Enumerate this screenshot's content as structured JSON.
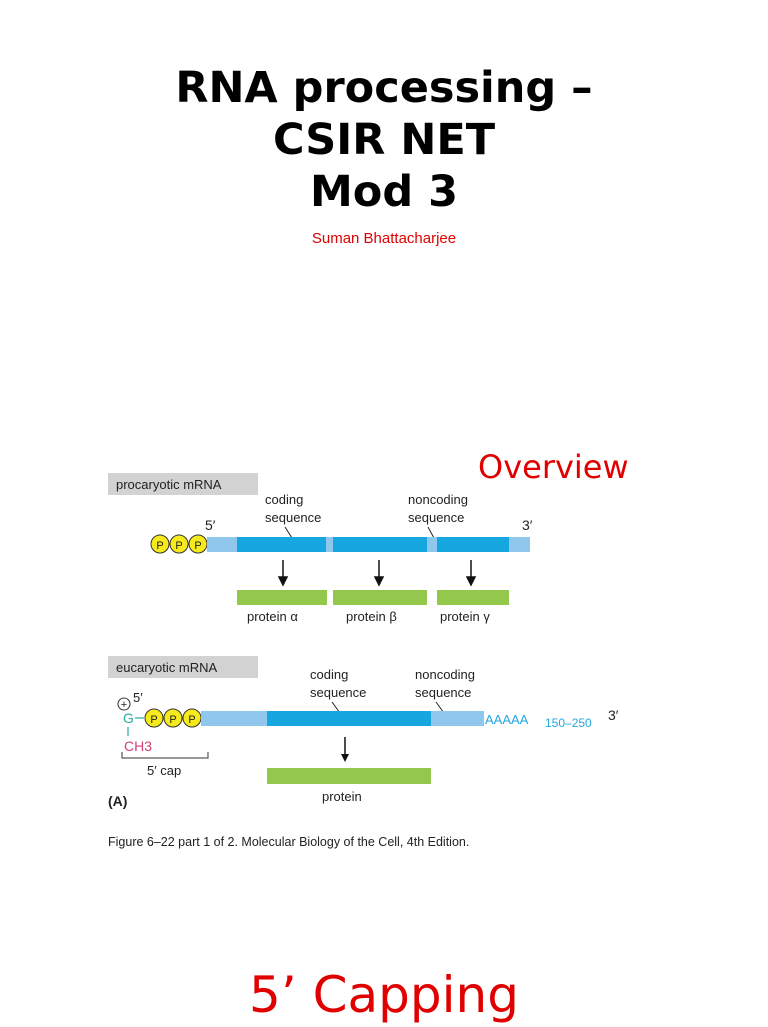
{
  "slide1": {
    "title_lines": [
      "RNA processing –",
      "CSIR NET",
      "Mod 3"
    ],
    "author": "Suman Bhattacharjee"
  },
  "slide2": {
    "heading": "Overview",
    "figure": {
      "procaryotic": {
        "label": "procaryotic mRNA",
        "five_prime": "5′",
        "three_prime": "3′",
        "coding_label": [
          "coding",
          "sequence"
        ],
        "noncoding_label": [
          "noncoding",
          "sequence"
        ],
        "phosphates": [
          "P",
          "P",
          "P"
        ],
        "proteins": [
          "protein α",
          "protein β",
          "protein γ"
        ]
      },
      "eucaryotic": {
        "label": "eucaryotic mRNA",
        "five_prime": "5′",
        "three_prime": "3′",
        "coding_label": [
          "coding",
          "sequence"
        ],
        "noncoding_label": [
          "noncoding",
          "sequence"
        ],
        "phosphates": [
          "P",
          "P",
          "P"
        ],
        "cap_g": "G",
        "cap_ch3": "CH3",
        "plus": "+",
        "poly_a": "AAAAA",
        "poly_a_len": "150–250",
        "cap_label": "5′ cap",
        "protein": "protein"
      },
      "panel_label": "(A)",
      "caption": "Figure 6–22 part 1 of 2. Molecular Biology of the Cell, 4th Edition."
    }
  },
  "slide3": {
    "heading": "5’ Capping"
  },
  "colors": {
    "accent_red": "#e00000",
    "rna_light": "#8fc8ec",
    "rna_coding": "#16a6e0",
    "protein_green": "#94c84c",
    "phosphate_yellow": "#f7ea1c",
    "label_gray": "#d2d2d2",
    "cap_teal": "#2aa8a0",
    "cap_pink": "#d0407a",
    "poly_a_blue": "#23a7de"
  }
}
